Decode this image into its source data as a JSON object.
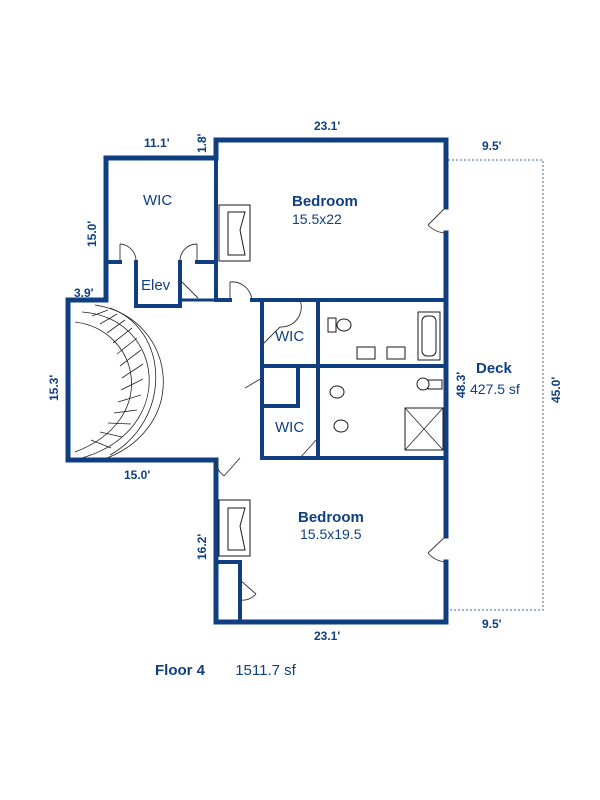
{
  "rooms": {
    "bedroom_top": {
      "name": "Bedroom",
      "size": "15.5x22"
    },
    "bedroom_bottom": {
      "name": "Bedroom",
      "size": "15.5x19.5"
    },
    "wic_top": {
      "name": "WIC"
    },
    "elev": {
      "name": "Elev"
    },
    "wic_mid_upper": {
      "name": "WIC"
    },
    "wic_mid_lower": {
      "name": "WIC"
    },
    "deck": {
      "name": "Deck",
      "area": "427.5 sf"
    }
  },
  "dimensions": {
    "top_left_width": "11.1'",
    "top_small": "1.8'",
    "top_main": "23.1'",
    "top_deck": "9.5'",
    "left_wic": "15.0'",
    "left_elev": "3.9'",
    "left_stair": "15.3'",
    "stair_bottom": "15.0'",
    "right_baths": "48.3'",
    "right_total": "45.0'",
    "left_bedroom": "16.2'",
    "bottom_main": "23.1'",
    "bottom_deck": "9.5'"
  },
  "footer": {
    "floor_label": "Floor 4",
    "area": "1511.7 sf"
  }
}
